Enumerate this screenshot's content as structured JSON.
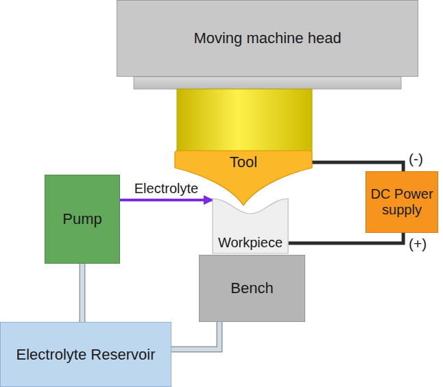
{
  "diagram": {
    "nodes": [
      {
        "text": [
          "Moving machine head"
        ]
      },
      {
        "text": [
          "Tool"
        ]
      },
      {
        "text": [
          "DC Power supply"
        ]
      },
      {
        "text": [
          "Pump"
        ]
      },
      {
        "text": [
          "Workpiece"
        ]
      },
      {
        "text": [
          "Bench"
        ]
      },
      {
        "text": [
          "Electrolyte Reservoir"
        ]
      }
    ],
    "edges": [
      {
        "from": 3,
        "to": 4,
        "arrow": "to",
        "label": "Electrolyte"
      },
      {
        "from": 1,
        "to": 2,
        "arrow": "none"
      },
      {
        "from": 4,
        "to": 2,
        "arrow": "none"
      },
      {
        "from": 3,
        "to": 6,
        "arrow": "none"
      },
      {
        "from": 5,
        "to": 6,
        "arrow": "none"
      }
    ],
    "labels": [
      "(-)",
      "(+)"
    ]
  }
}
